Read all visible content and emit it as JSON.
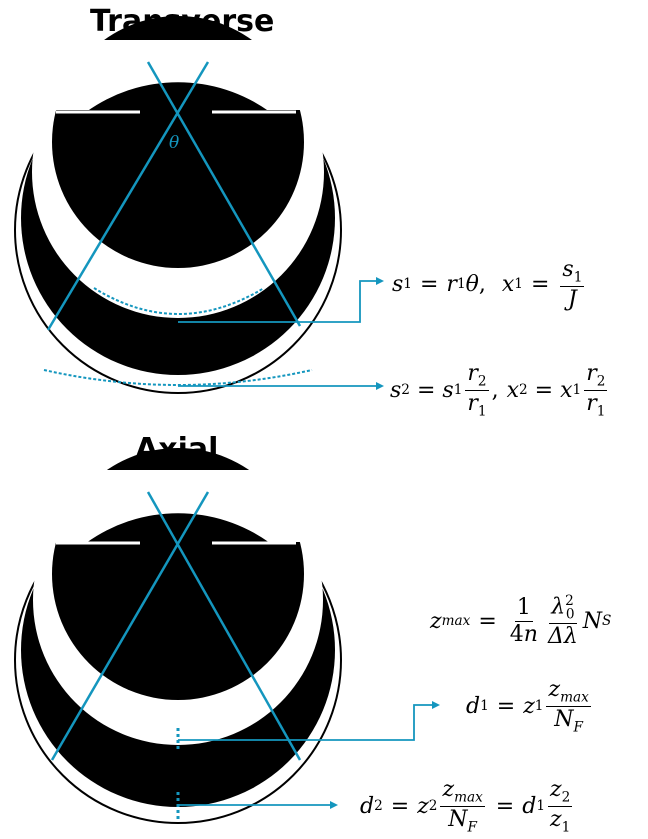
{
  "headings": {
    "transverse": "Transverse",
    "axial": "Axial"
  },
  "symbols": {
    "theta": "θ"
  },
  "colors": {
    "accent": "#1496BE",
    "fill": "#000000",
    "gap": "#ffffff"
  },
  "equations": {
    "s1": {
      "lhs": "s",
      "lhs_sub": "1",
      "eq": "=",
      "r": "r",
      "r_sub": "1",
      "theta": "θ",
      "comma": ",",
      "x": "x",
      "x_sub": "1",
      "eq2": "=",
      "num": "s",
      "num_sub": "1",
      "den": "J"
    },
    "s2": {
      "lhs": "s",
      "lhs_sub": "2",
      "eq": "=",
      "s": "s",
      "s_sub": "1",
      "num": "r",
      "num_sub": "2",
      "den": "r",
      "den_sub": "1",
      "comma": ",",
      "x": "x",
      "x_sub": "2",
      "eq2": "=",
      "x1": "x",
      "x1_sub": "1",
      "num2": "r",
      "num2_sub": "2",
      "den2": "r",
      "den2_sub": "1"
    },
    "zmax": {
      "lhs": "z",
      "lhs_sub": "max",
      "eq": "=",
      "num1": "1",
      "den1": "4n",
      "num2": "λ",
      "num2_sub": "0",
      "num2_sup": "2",
      "den2": "Δλ",
      "n": "N",
      "n_sub": "S"
    },
    "d1": {
      "lhs": "d",
      "lhs_sub": "1",
      "eq": "=",
      "z": "z",
      "z_sub": "1",
      "num": "z",
      "num_sub": "max",
      "den": "N",
      "den_sub": "F"
    },
    "d2": {
      "lhs": "d",
      "lhs_sub": "2",
      "eq": "=",
      "z": "z",
      "z_sub": "2",
      "num": "z",
      "num_sub": "max",
      "den": "N",
      "den_sub": "F",
      "eq2": "=",
      "d": "d",
      "d_sub": "1",
      "num2": "z",
      "num2_sub": "2",
      "den2": "z",
      "den2_sub": "1"
    }
  }
}
